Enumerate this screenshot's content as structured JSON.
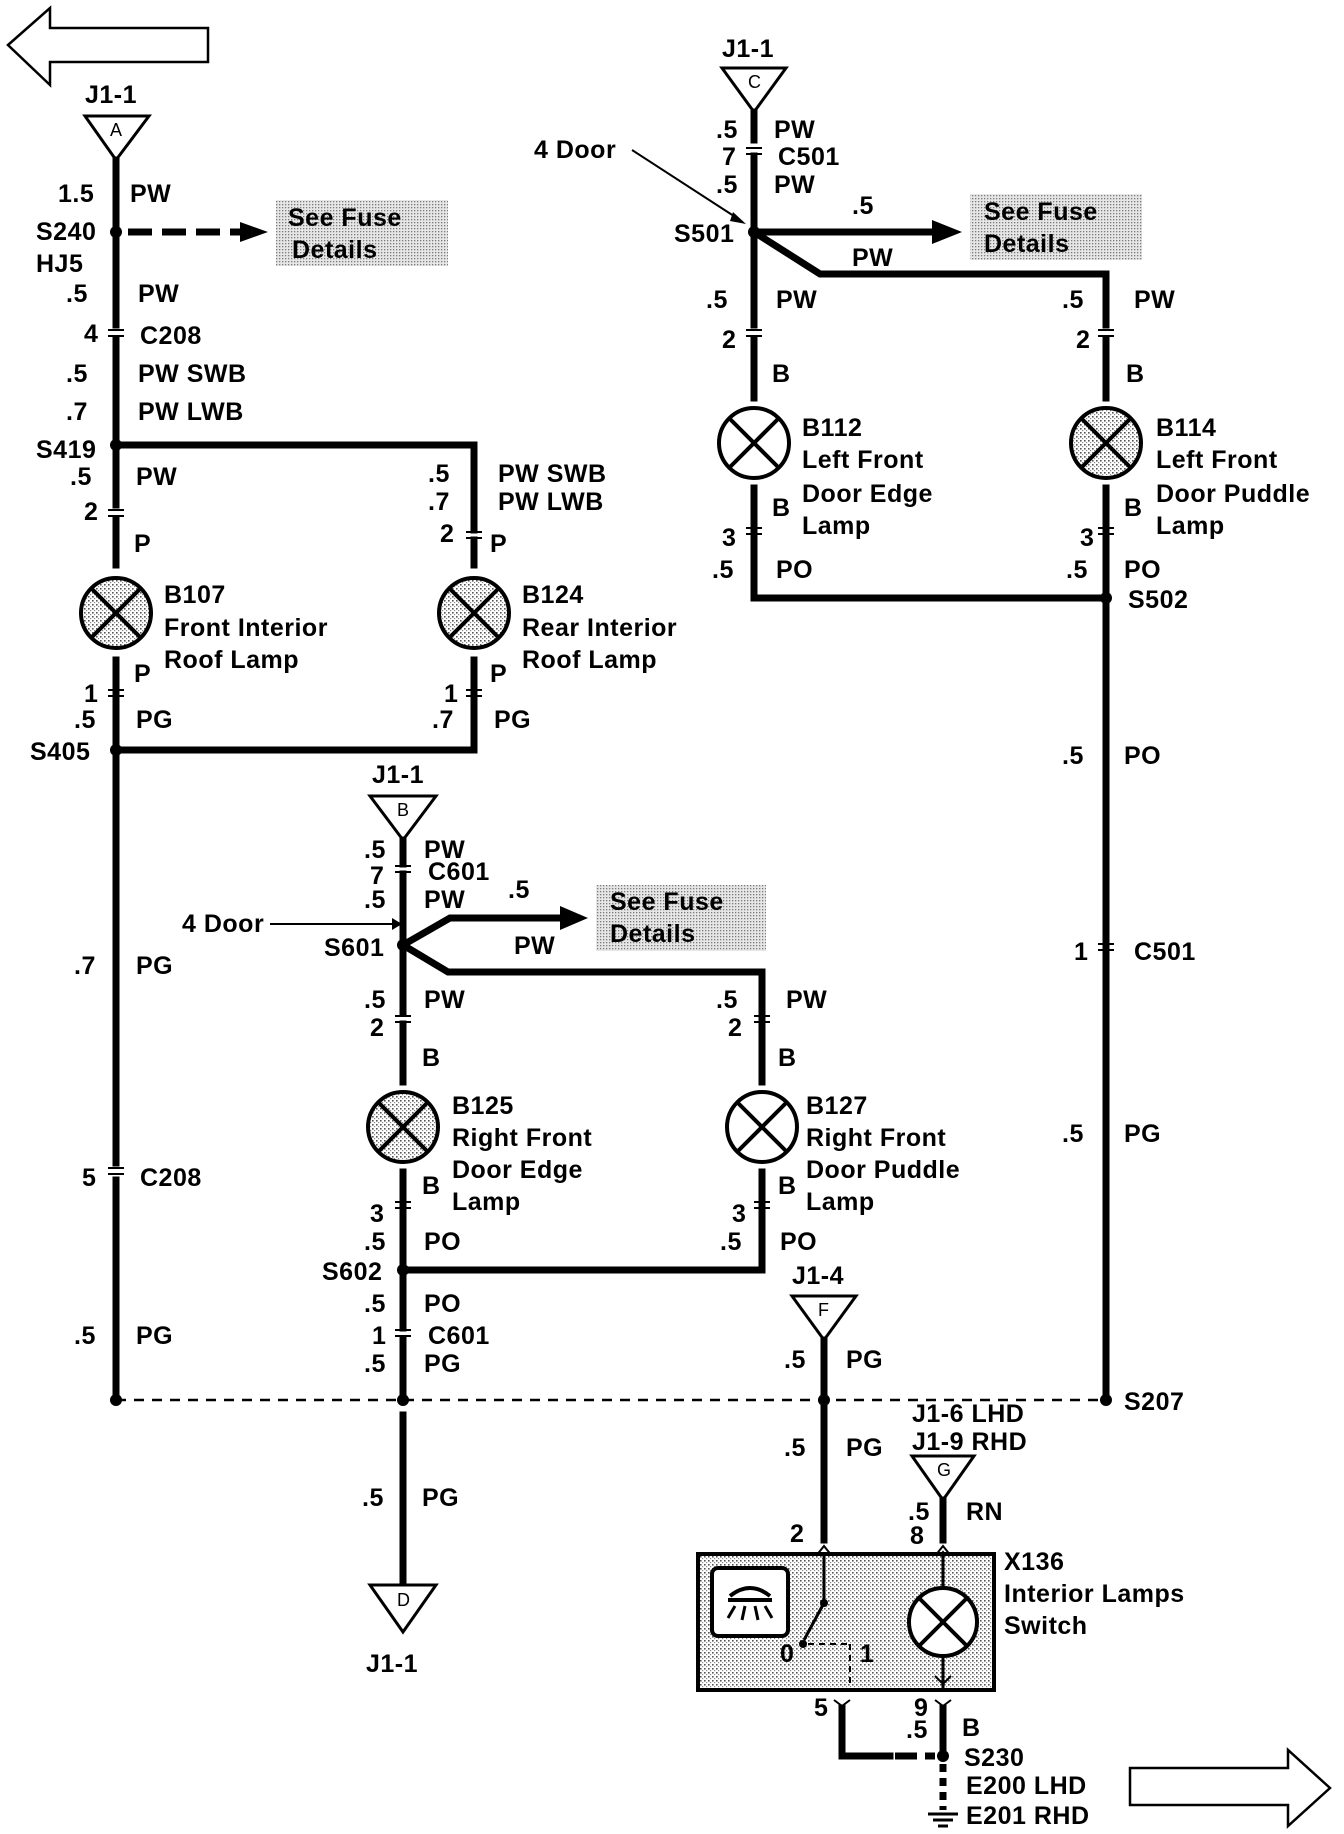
{
  "nav": {
    "back_arrow": "previous-page",
    "forward_arrow": "next-page"
  },
  "fuse_boxes": [
    {
      "line1": "See Fuse",
      "line2": "Details"
    },
    {
      "line1": "See Fuse",
      "line2": "Details"
    },
    {
      "line1": "See Fuse",
      "line2": "Details"
    }
  ],
  "connectors": {
    "A": {
      "letter": "A",
      "label": "J1-1"
    },
    "B": {
      "letter": "B",
      "label": "J1-1"
    },
    "C": {
      "letter": "C",
      "label": "J1-1"
    },
    "D": {
      "letter": "D",
      "label": "J1-1"
    },
    "F": {
      "letter": "F",
      "label": "J1-4"
    },
    "G": {
      "letter": "G",
      "label1": "J1-6 LHD",
      "label2": "J1-9 RHD"
    }
  },
  "lamps": [
    {
      "id": "B107",
      "line1": "Front Interior",
      "line2": "Roof Lamp"
    },
    {
      "id": "B124",
      "line1": "Rear Interior",
      "line2": "Roof Lamp"
    },
    {
      "id": "B112",
      "line1": "Left Front",
      "line2": "Door Edge",
      "line3": "Lamp"
    },
    {
      "id": "B114",
      "line1": "Left Front",
      "line2": "Door Puddle",
      "line3": "Lamp"
    },
    {
      "id": "B125",
      "line1": "Right Front",
      "line2": "Door Edge",
      "line3": "Lamp"
    },
    {
      "id": "B127",
      "line1": "Right Front",
      "line2": "Door Puddle",
      "line3": "Lamp"
    }
  ],
  "switch": {
    "id": "X136",
    "line1": "Interior Lamps",
    "line2": "Switch",
    "pos0": "0",
    "pos1": "1"
  },
  "labels": [
    {
      "id": "t1",
      "text": "1.5"
    },
    {
      "id": "t2",
      "text": "PW"
    },
    {
      "id": "t3",
      "text": "S240"
    },
    {
      "id": "t4",
      "text": "HJ5"
    },
    {
      "id": "t5",
      "text": ".5"
    },
    {
      "id": "t6",
      "text": "PW"
    },
    {
      "id": "t7",
      "text": "4"
    },
    {
      "id": "t8",
      "text": "C208"
    },
    {
      "id": "t9",
      "text": ".5"
    },
    {
      "id": "t10",
      "text": "PW SWB"
    },
    {
      "id": "t11",
      "text": ".7"
    },
    {
      "id": "t12",
      "text": "PW LWB"
    },
    {
      "id": "t13",
      "text": "S419"
    },
    {
      "id": "t14",
      "text": ".5"
    },
    {
      "id": "t15",
      "text": "PW"
    },
    {
      "id": "t16",
      "text": "2"
    },
    {
      "id": "t17",
      "text": "P"
    },
    {
      "id": "t18",
      "text": "P"
    },
    {
      "id": "t19",
      "text": "1"
    },
    {
      "id": "t20",
      "text": ".5"
    },
    {
      "id": "t21",
      "text": "PG"
    },
    {
      "id": "t22",
      "text": "S405"
    },
    {
      "id": "t23",
      "text": ".5"
    },
    {
      "id": "t24",
      "text": "PW SWB"
    },
    {
      "id": "t25",
      "text": ".7"
    },
    {
      "id": "t26",
      "text": "PW LWB"
    },
    {
      "id": "t27",
      "text": "2"
    },
    {
      "id": "t28",
      "text": "P"
    },
    {
      "id": "t29",
      "text": "P"
    },
    {
      "id": "t30",
      "text": "1"
    },
    {
      "id": "t31",
      "text": ".7"
    },
    {
      "id": "t32",
      "text": "PG"
    },
    {
      "id": "t33",
      "text": ".7"
    },
    {
      "id": "t34",
      "text": "PG"
    },
    {
      "id": "t35",
      "text": "5"
    },
    {
      "id": "t36",
      "text": "C208"
    },
    {
      "id": "t37",
      "text": ".5"
    },
    {
      "id": "t38",
      "text": "PG"
    },
    {
      "id": "t39",
      "text": ".5"
    },
    {
      "id": "t40",
      "text": "PW"
    },
    {
      "id": "t41",
      "text": "7"
    },
    {
      "id": "t42",
      "text": "C601"
    },
    {
      "id": "t43",
      "text": ".5"
    },
    {
      "id": "t44",
      "text": "PW"
    },
    {
      "id": "t45",
      "text": "4 Door"
    },
    {
      "id": "t46",
      "text": "S601"
    },
    {
      "id": "t47",
      "text": ".5"
    },
    {
      "id": "t48",
      "text": "PW"
    },
    {
      "id": "t49",
      "text": ".5"
    },
    {
      "id": "t50",
      "text": "PW"
    },
    {
      "id": "t51",
      "text": "2"
    },
    {
      "id": "t52",
      "text": "B"
    },
    {
      "id": "t53",
      "text": "B"
    },
    {
      "id": "t54",
      "text": "3"
    },
    {
      "id": "t55",
      "text": ".5"
    },
    {
      "id": "t56",
      "text": "PO"
    },
    {
      "id": "t57",
      "text": "S602"
    },
    {
      "id": "t58",
      "text": ".5"
    },
    {
      "id": "t59",
      "text": "PO"
    },
    {
      "id": "t60",
      "text": "1"
    },
    {
      "id": "t61",
      "text": "C601"
    },
    {
      "id": "t62",
      "text": ".5"
    },
    {
      "id": "t63",
      "text": "PG"
    },
    {
      "id": "t64",
      "text": ".5"
    },
    {
      "id": "t65",
      "text": "PG"
    },
    {
      "id": "t66",
      "text": ".5"
    },
    {
      "id": "t67",
      "text": "PW"
    },
    {
      "id": "t68",
      "text": "2"
    },
    {
      "id": "t69",
      "text": "B"
    },
    {
      "id": "t70",
      "text": "B"
    },
    {
      "id": "t71",
      "text": "3"
    },
    {
      "id": "t72",
      "text": ".5"
    },
    {
      "id": "t73",
      "text": "PO"
    },
    {
      "id": "t74",
      "text": ".5"
    },
    {
      "id": "t75",
      "text": "PG"
    },
    {
      "id": "t76",
      "text": ".5"
    },
    {
      "id": "t77",
      "text": "PG"
    },
    {
      "id": "t78",
      "text": "2"
    },
    {
      "id": "t79",
      "text": ".5"
    },
    {
      "id": "t80",
      "text": "RN"
    },
    {
      "id": "t81",
      "text": "8"
    },
    {
      "id": "t82",
      "text": "5"
    },
    {
      "id": "t83",
      "text": "9"
    },
    {
      "id": "t84",
      "text": ".5"
    },
    {
      "id": "t85",
      "text": "B"
    },
    {
      "id": "t86",
      "text": "S230"
    },
    {
      "id": "t87",
      "text": "E200 LHD"
    },
    {
      "id": "t88",
      "text": "E201 RHD"
    },
    {
      "id": "t89",
      "text": "S207"
    },
    {
      "id": "t90",
      "text": ".5"
    },
    {
      "id": "t91",
      "text": "PW"
    },
    {
      "id": "t92",
      "text": "7"
    },
    {
      "id": "t93",
      "text": "C501"
    },
    {
      "id": "t94",
      "text": ".5"
    },
    {
      "id": "t95",
      "text": "PW"
    },
    {
      "id": "t96",
      "text": "4 Door"
    },
    {
      "id": "t97",
      "text": "S501"
    },
    {
      "id": "t98",
      "text": ".5"
    },
    {
      "id": "t99",
      "text": "PW"
    },
    {
      "id": "t100",
      "text": ".5"
    },
    {
      "id": "t101",
      "text": "PW"
    },
    {
      "id": "t102",
      "text": "2"
    },
    {
      "id": "t103",
      "text": "B"
    },
    {
      "id": "t104",
      "text": "B"
    },
    {
      "id": "t105",
      "text": "3"
    },
    {
      "id": "t106",
      "text": ".5"
    },
    {
      "id": "t107",
      "text": "PO"
    },
    {
      "id": "t108",
      "text": ".5"
    },
    {
      "id": "t109",
      "text": "PW"
    },
    {
      "id": "t110",
      "text": "2"
    },
    {
      "id": "t111",
      "text": "B"
    },
    {
      "id": "t112",
      "text": "B"
    },
    {
      "id": "t113",
      "text": "3"
    },
    {
      "id": "t114",
      "text": ".5"
    },
    {
      "id": "t115",
      "text": "PO"
    },
    {
      "id": "t116",
      "text": "S502"
    },
    {
      "id": "t117",
      "text": ".5"
    },
    {
      "id": "t118",
      "text": "PO"
    },
    {
      "id": "t119",
      "text": "1"
    },
    {
      "id": "t120",
      "text": "C501"
    },
    {
      "id": "t121",
      "text": ".5"
    },
    {
      "id": "t122",
      "text": "PG"
    }
  ]
}
